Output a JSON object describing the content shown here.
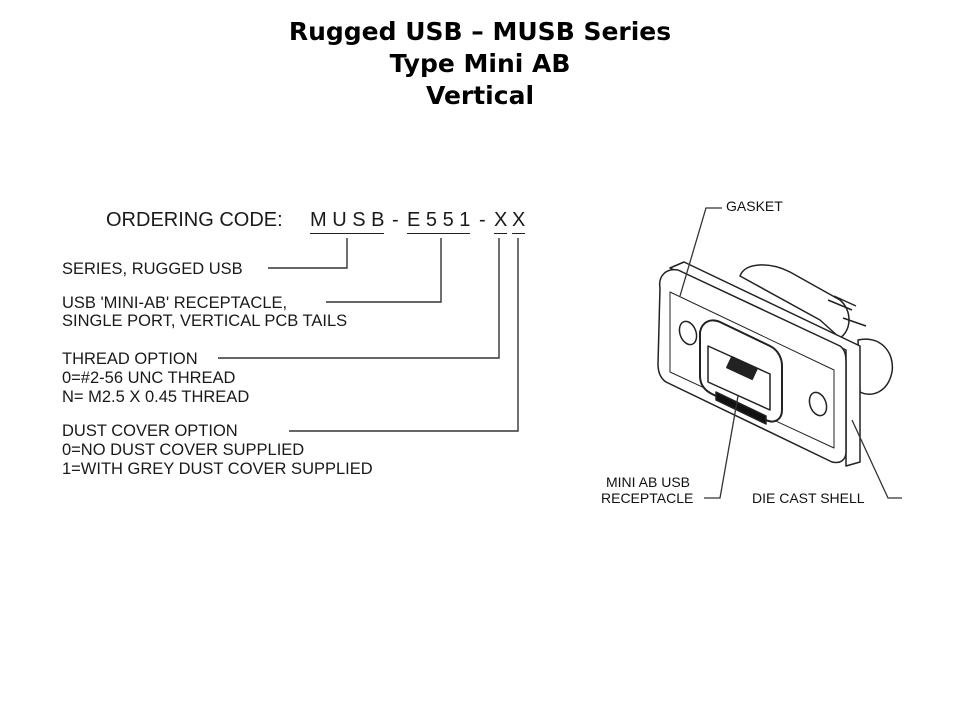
{
  "title": {
    "line1": "Rugged USB – MUSB Series",
    "line2": "Type Mini AB",
    "line3": "Vertical"
  },
  "ordering": {
    "label": "ORDERING CODE:",
    "series_code": "M U S B",
    "dash1": "-",
    "receptacle_code": "E 5 5 1",
    "dash2": "-",
    "thread_code": "X",
    "dust_code": "X"
  },
  "options": {
    "series": "SERIES, RUGGED USB",
    "receptacle_line1": "USB 'MINI-AB' RECEPTACLE,",
    "receptacle_line2": "SINGLE PORT, VERTICAL PCB TAILS",
    "thread_title": "THREAD OPTION",
    "thread_opt0": "0=#2-56 UNC THREAD",
    "thread_optN": "N= M2.5 X 0.45 THREAD",
    "dust_title": "DUST COVER OPTION",
    "dust_opt0": "0=NO DUST COVER SUPPLIED",
    "dust_opt1": "1=WITH GREY DUST COVER SUPPLIED"
  },
  "drawing_labels": {
    "gasket": "GASKET",
    "receptacle_line1": "MINI AB USB",
    "receptacle_line2": "RECEPTACLE",
    "shell": "DIE CAST SHELL"
  }
}
